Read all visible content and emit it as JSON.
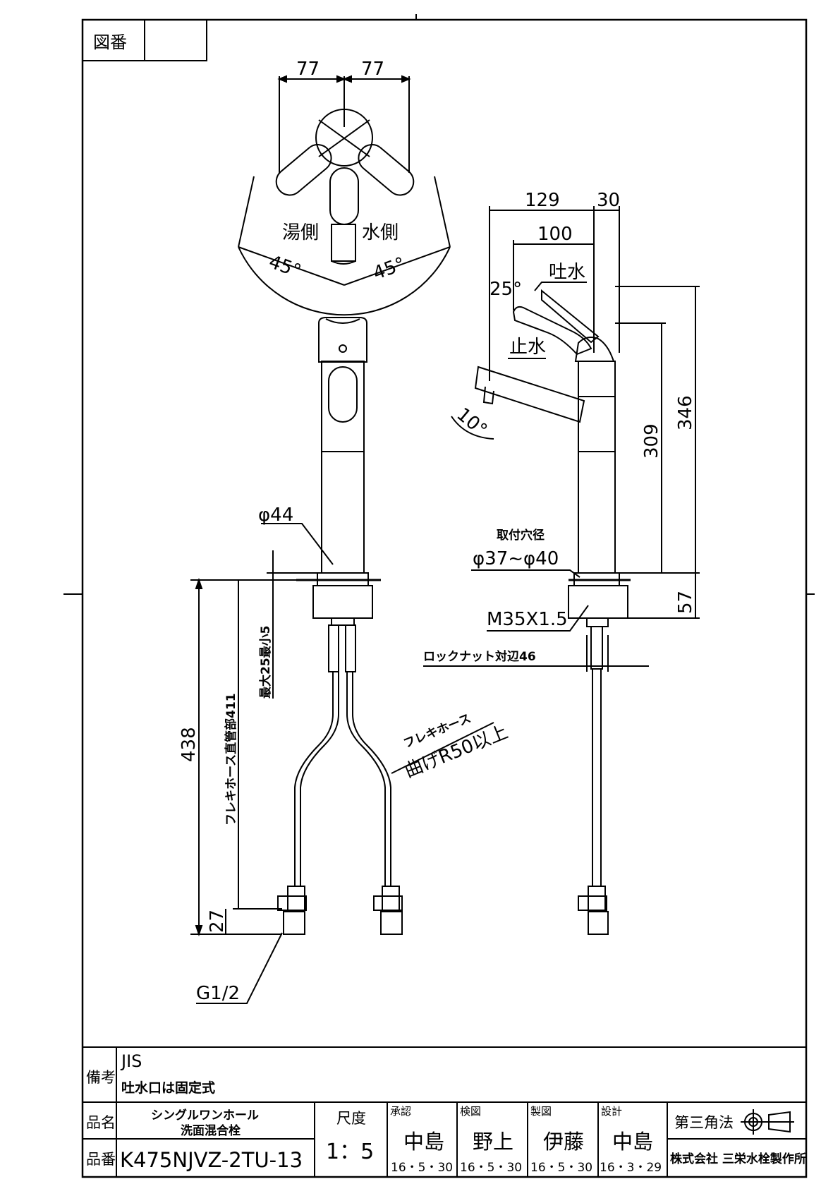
{
  "title_block_top": {
    "zuban_label": "図番",
    "zuban_value": ""
  },
  "top_view": {
    "dim_left": "77",
    "dim_right": "77",
    "hot_side": "湯側",
    "cold_side": "水側",
    "angle_left": "45°",
    "angle_right": "45°"
  },
  "side_view": {
    "dim_129": "129",
    "dim_30": "30",
    "dim_100": "100",
    "angle_25": "25°",
    "tosui": "吐水",
    "shisui": "止水",
    "angle_10": "10°",
    "dim_346": "346",
    "dim_309": "309",
    "dim_57": "57",
    "mount_hole_label": "取付穴径",
    "mount_hole_value": "φ37~φ40",
    "thread": "M35X1.5",
    "lock_nut": "ロックナット対辺46"
  },
  "front_view": {
    "phi44": "φ44",
    "max_min": "最大25最小5",
    "dim_438": "438",
    "hose_length": "フレキホース直管部411",
    "hose_label": "フレキホース",
    "hose_bend": "曲げR50以上",
    "dim_27": "27",
    "g_thread": "G1/2"
  },
  "notes": {
    "label": "備考",
    "line1": "JIS",
    "line2": "吐水口は固定式"
  },
  "title_block": {
    "hinmei_label": "品名",
    "product_name_1": "シングルワンホール",
    "product_name_2": "洗面混合栓",
    "hinban_label": "品番",
    "product_code": "K475NJVZ-2TU-13",
    "scale_label": "尺度",
    "scale_value": "1：5",
    "approve_label": "承認",
    "approve_name": "中島",
    "approve_date": "16・5・30",
    "check_label": "検図",
    "check_name": "野上",
    "check_date": "16・5・30",
    "draw_label": "製図",
    "draw_name": "伊藤",
    "draw_date": "16・5・30",
    "design_label": "設計",
    "design_name": "中島",
    "design_date": "16・3・29",
    "projection": "第三角法",
    "company": "株式会社 三栄水栓製作所"
  }
}
